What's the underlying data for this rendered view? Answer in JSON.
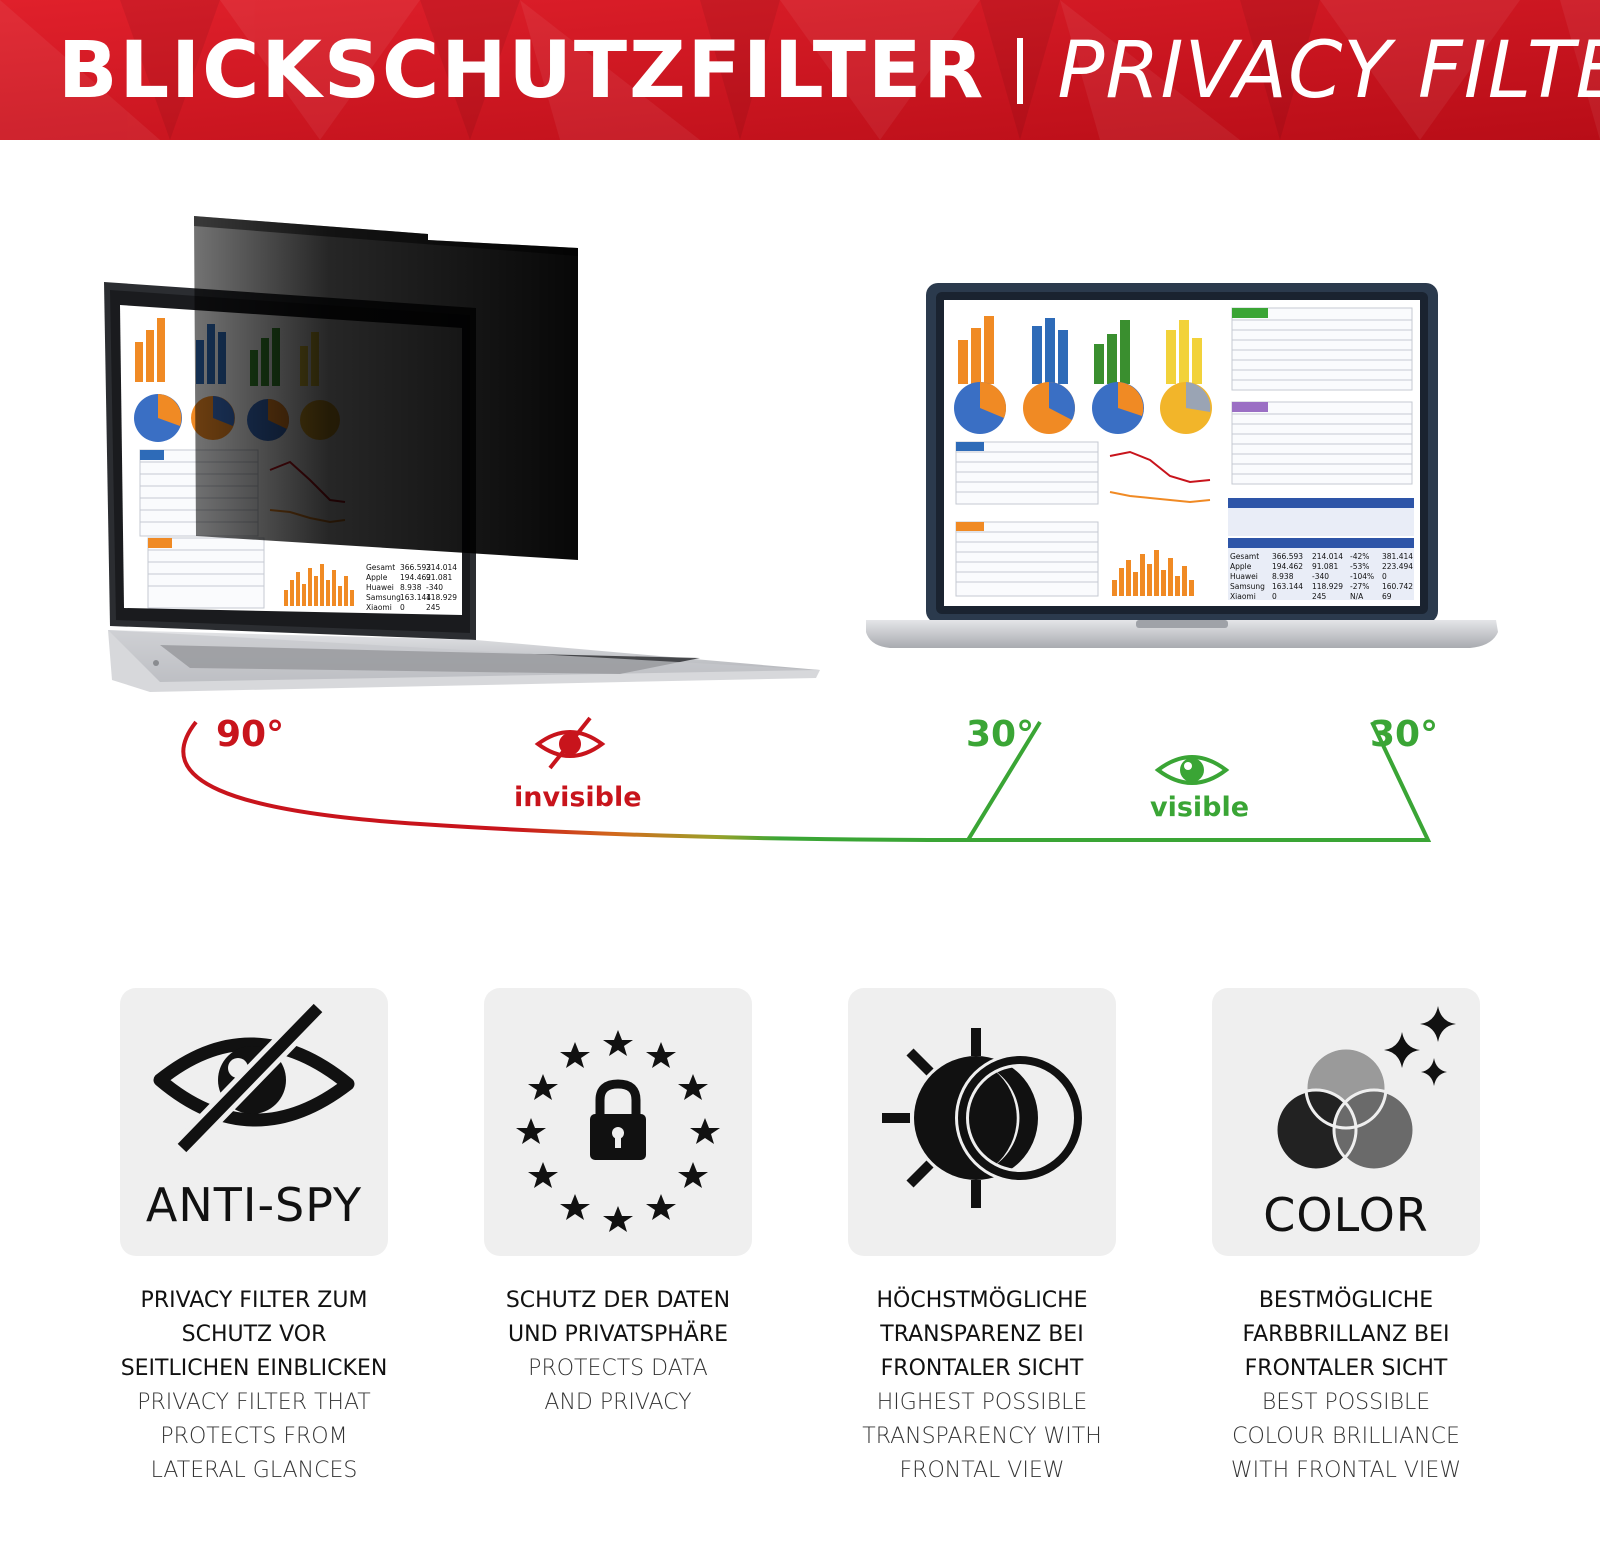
{
  "header": {
    "title_de": "BLICKSCHUTZFILTER",
    "title_en": "PRIVACY FILTER"
  },
  "hero": {
    "angle_left": "90°",
    "angle_mid": "30°",
    "angle_right": "30°",
    "invisible_label": "invisible",
    "visible_label": "visible"
  },
  "screen_table": {
    "rows": [
      {
        "label": "Gesamt",
        "a": "366.593",
        "b": "214.014",
        "c": "-42%",
        "d": "381.414"
      },
      {
        "label": "Apple",
        "a": "194.462",
        "b": "91.081",
        "c": "-53%",
        "d": "223.494"
      },
      {
        "label": "Huawei",
        "a": "8.938",
        "b": "-340",
        "c": "-104%",
        "d": "0"
      },
      {
        "label": "Samsung",
        "a": "163.144",
        "b": "118.929",
        "c": "-27%",
        "d": "160.742"
      },
      {
        "label": "Xiaomi",
        "a": "0",
        "b": "245",
        "c": "N/A",
        "d": "69"
      }
    ]
  },
  "features": [
    {
      "card_label": "ANTI-SPY",
      "icon": "eye-slash-icon",
      "desc_de": "PRIVACY FILTER ZUM\nSCHUTZ VOR\nSEITLICHEN EINBLICKEN",
      "desc_en": "PRIVACY FILTER THAT\nPROTECTS FROM\nLATERAL GLANCES"
    },
    {
      "card_label": "",
      "icon": "lock-stars-icon",
      "desc_de": "SCHUTZ DER DATEN\nUND PRIVATSPHÄRE",
      "desc_en": "PROTECTS DATA\nAND PRIVACY"
    },
    {
      "card_label": "",
      "icon": "sun-transparency-icon",
      "desc_de": "HÖCHSTMÖGLICHE\nTRANSPARENZ BEI\nFRONTALER SICHT",
      "desc_en": "HIGHEST POSSIBLE\nTRANSPARENCY WITH\nFRONTAL VIEW"
    },
    {
      "card_label": "COLOR",
      "icon": "color-circles-icon",
      "desc_de": "BESTMÖGLICHE\nFARBBRILLANZ BEI\nFRONTALER SICHT",
      "desc_en": "BEST POSSIBLE\nCOLOUR BRILLIANCE\nWITH FRONTAL VIEW"
    }
  ],
  "colors": {
    "banner_red": "#d4111d",
    "invisible_red": "#c8141c",
    "visible_green": "#3aa535",
    "card_bg": "#efefef"
  }
}
